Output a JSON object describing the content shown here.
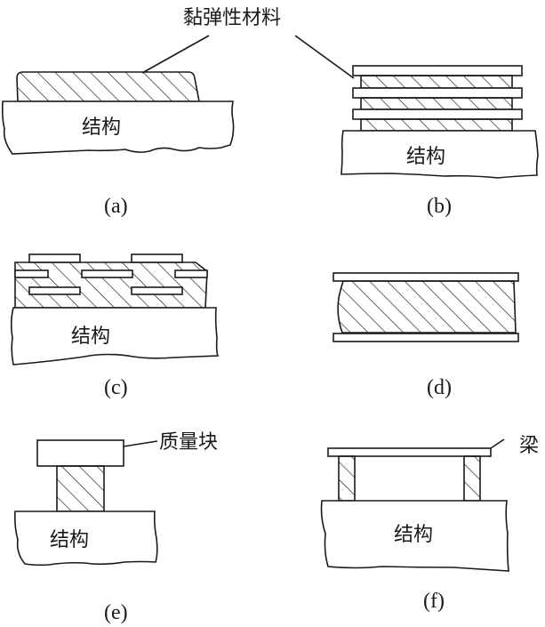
{
  "figure": {
    "label_viscoelastic": "黏弹性材料",
    "label_structure": "结构",
    "label_mass": "质量块",
    "label_beam": "梁",
    "panels": [
      {
        "id": "a",
        "caption": "(a)",
        "structure_label": "结构"
      },
      {
        "id": "b",
        "caption": "(b)",
        "structure_label": "结构"
      },
      {
        "id": "c",
        "caption": "(c)",
        "structure_label": "结构"
      },
      {
        "id": "d",
        "caption": "(d)"
      },
      {
        "id": "e",
        "caption": "(e)",
        "structure_label": "结构",
        "callout": "质量块"
      },
      {
        "id": "f",
        "caption": "(f)",
        "structure_label": "结构",
        "callout": "梁"
      }
    ]
  },
  "colors": {
    "ink": "#1a1a1a",
    "background": "#ffffff"
  }
}
